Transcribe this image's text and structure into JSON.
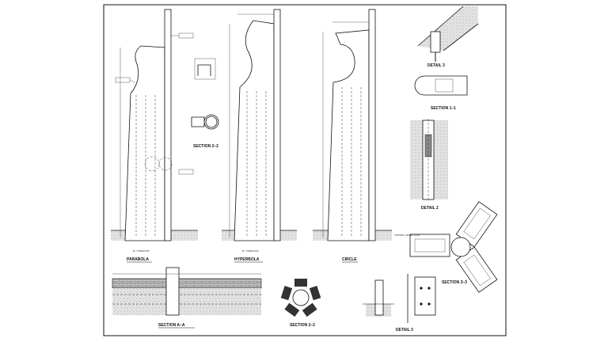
{
  "views": {
    "parabola": "PARABOLA",
    "hyperbola": "HYPERBOLA",
    "circle": "CIRCLE",
    "section_aa": "SECTION A–A",
    "section_22": "SECTION 2–2",
    "section_11": "SECTION 1–1",
    "section_33": "SECTION 3–3",
    "detail_2": "DETAIL 2",
    "detail_3": "DETAIL 3"
  },
  "notes": {
    "ground_level": "FINISHED GROUND LEVEL",
    "foundation": "RC FOUNDATION"
  }
}
